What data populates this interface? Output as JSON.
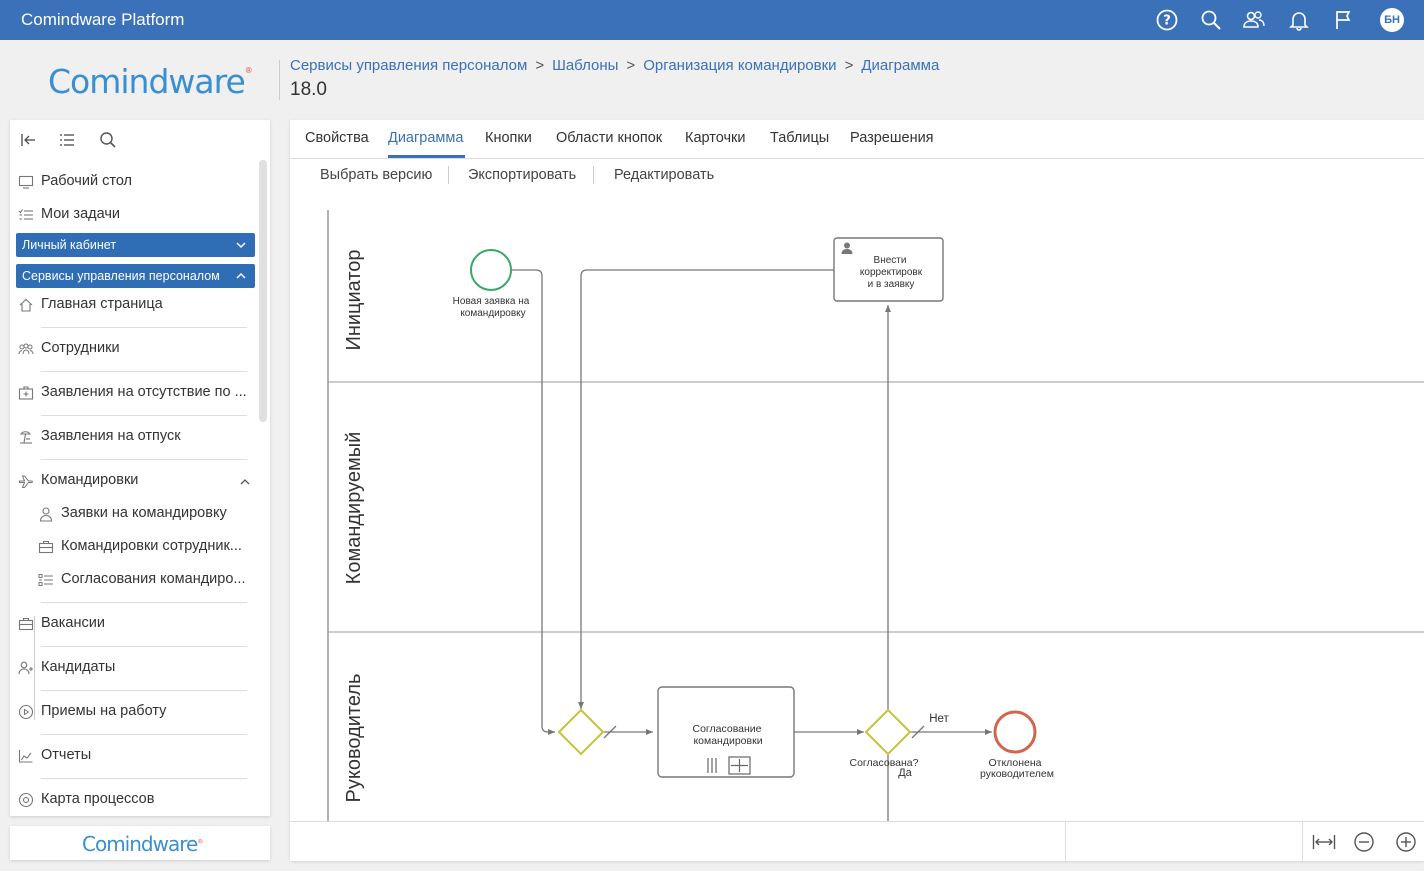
{
  "app": {
    "title": "Comindware Platform",
    "user_initials": "БН",
    "icons": [
      "help-icon",
      "search-icon",
      "users-icon",
      "bell-icon",
      "flag-icon"
    ]
  },
  "header": {
    "logo_text": "Comindware",
    "logo_mark": "®",
    "breadcrumb": [
      "Сервисы управления персоналом",
      "Шаблоны",
      "Организация командировки",
      "Диаграмма"
    ],
    "breadcrumb_separator": ">",
    "version": "18.0"
  },
  "sidebar": {
    "tools": [
      "collapse-icon",
      "list-icon",
      "search-icon"
    ],
    "items": [
      {
        "label": "Рабочий стол",
        "icon": "desktop-icon"
      },
      {
        "label": "Мои задачи",
        "icon": "tasks-icon"
      }
    ],
    "group_personal": "Личный кабинет",
    "group_hr": "Сервисы управления персоналом",
    "hr_items": [
      {
        "label": "Главная страница",
        "icon": "home-icon"
      },
      {
        "label": "Сотрудники",
        "icon": "employees-icon"
      },
      {
        "label": "Заявления на отсутствие по ...",
        "icon": "medical-icon"
      },
      {
        "label": "Заявления на отпуск",
        "icon": "vacation-icon"
      },
      {
        "label": "Командировки",
        "icon": "plane-icon"
      }
    ],
    "trip_subitems": [
      {
        "label": "Заявки на командировку",
        "icon": "person-icon"
      },
      {
        "label": "Командировки сотрудник...",
        "icon": "suitcase-icon"
      },
      {
        "label": "Согласования командиро...",
        "icon": "approvals-icon"
      }
    ],
    "more_items": [
      {
        "label": "Вакансии",
        "icon": "briefcase-icon"
      },
      {
        "label": "Кандидаты",
        "icon": "add-person-icon"
      },
      {
        "label": "Приемы на работу",
        "icon": "play-icon"
      },
      {
        "label": "Отчеты",
        "icon": "chart-icon"
      },
      {
        "label": "Карта процессов",
        "icon": "target-icon"
      }
    ],
    "footer_logo": "Comindware",
    "footer_mark": "®"
  },
  "tabs": [
    "Свойства",
    "Диаграмма",
    "Кнопки",
    "Области кнопок",
    "Карточки",
    "Таблицы",
    "Разрешения"
  ],
  "active_tab": "Диаграмма",
  "actions": [
    "Выбрать версию",
    "Экспортировать",
    "Редактировать"
  ],
  "diagram": {
    "lanes": [
      "Инициатор",
      "Командируемый",
      "Руководитель"
    ],
    "start_event": "Новая заявка на командировку",
    "start_event_lines": [
      "Новая заявка на",
      "командировку"
    ],
    "task_correct_lines": [
      "Внести",
      "корректировк",
      "и в заявку"
    ],
    "task_approve_lines": [
      "Согласование",
      "командировки"
    ],
    "gateway_label": "Согласована?",
    "flow_no": "Нет",
    "flow_yes": "Да",
    "end_event_lines": [
      "Отклонена",
      "руководителем"
    ],
    "colors": {
      "start": "#3aa66a",
      "end": "#d0664c",
      "gateway": "#c7c23a",
      "line": "#777777"
    }
  },
  "zoom_controls": [
    "fit-width-icon",
    "zoom-out-icon",
    "zoom-in-icon"
  ],
  "colors": {
    "brand": "#3a71b8",
    "accent": "#2f6db5"
  }
}
